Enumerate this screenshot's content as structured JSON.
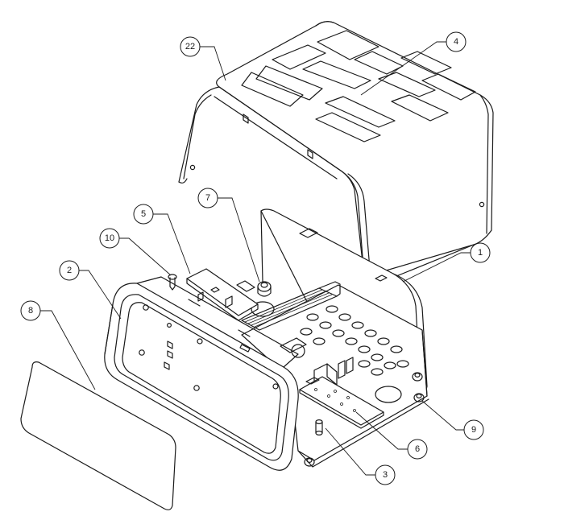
{
  "callouts": {
    "c1": "1",
    "c2": "2",
    "c3": "3",
    "c4": "4",
    "c5": "5",
    "c6": "6",
    "c7": "7",
    "c8": "8",
    "c9": "9",
    "c10": "10",
    "c22": "22"
  },
  "colors": {
    "line": "#1a1a1a",
    "background": "#ffffff"
  }
}
